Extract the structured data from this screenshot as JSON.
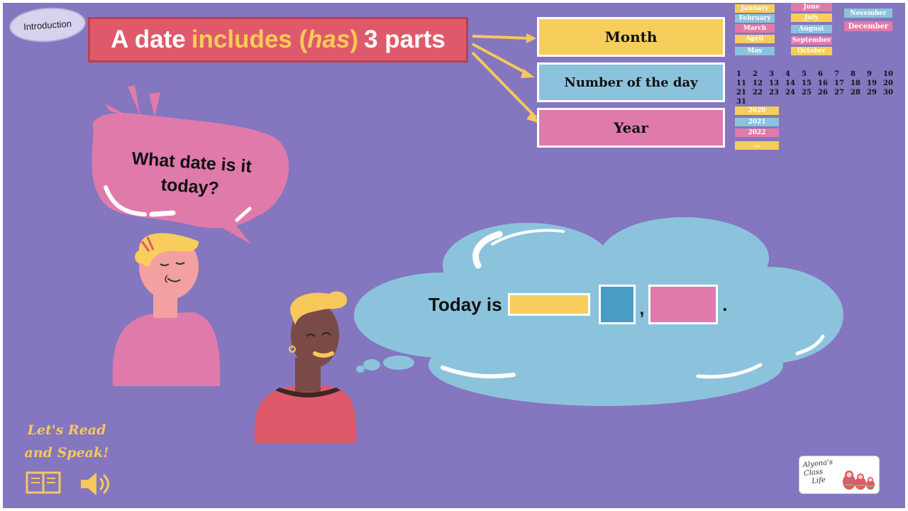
{
  "intro_button": {
    "label": "Introduction"
  },
  "title": {
    "part1": "A date",
    "part2": "includes (",
    "part3": "has",
    "part4": ")",
    "part5": "3 parts"
  },
  "parts": {
    "month": "Month",
    "day": "Number of the day",
    "year": "Year"
  },
  "months": {
    "col1": [
      "January",
      "February",
      "March",
      "April",
      "May"
    ],
    "col2": [
      "June",
      "July",
      "August",
      "September",
      "October"
    ],
    "col3": [
      "November",
      "December"
    ]
  },
  "days": [
    "1",
    "2",
    "3",
    "4",
    "5",
    "6",
    "7",
    "8",
    "9",
    "10",
    "11",
    "12",
    "13",
    "14",
    "15",
    "16",
    "17",
    "18",
    "19",
    "20",
    "21",
    "22",
    "23",
    "24",
    "25",
    "26",
    "27",
    "28",
    "29",
    "30",
    "31"
  ],
  "years": [
    "2020",
    "2021",
    "2022",
    "..."
  ],
  "speech_bubble": {
    "line1": "What date is it",
    "line2": "today?"
  },
  "cloud": {
    "prefix": "Today is",
    "comma": ",",
    "period": "."
  },
  "reading": {
    "line1": "Let's Read",
    "line2": "and Speak!"
  },
  "logo": {
    "line1": "Alyona's Class",
    "line2": "Life"
  },
  "colors": {
    "background": "#8476bf",
    "title_red": "#de5a6a",
    "highlight_yellow": "#f7cd5c",
    "blue": "#8cc3dc",
    "pink": "#e07aab"
  }
}
